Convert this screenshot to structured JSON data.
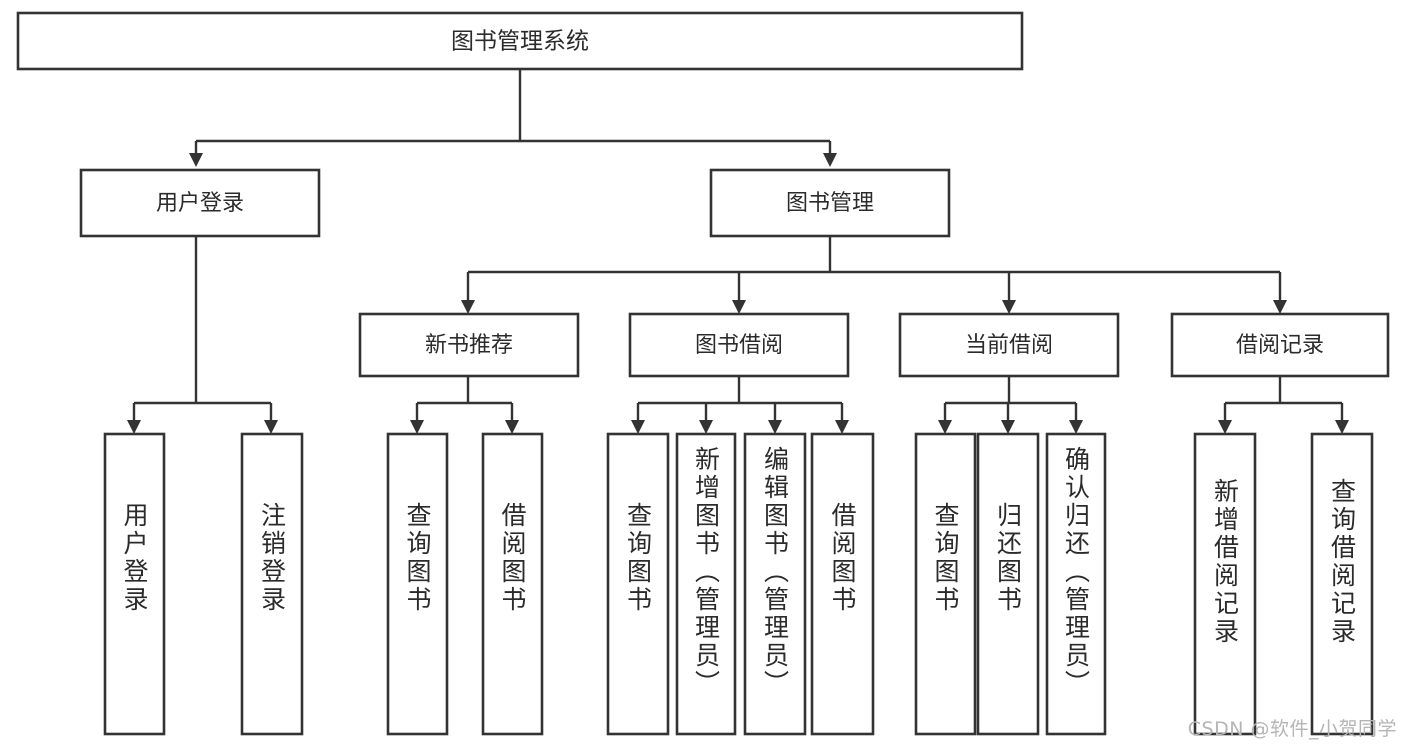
{
  "diagram": {
    "type": "hierarchy-tree",
    "title": "图书管理系统",
    "root": {
      "label": "图书管理系统"
    },
    "level2": [
      {
        "label": "用户登录"
      },
      {
        "label": "图书管理"
      }
    ],
    "level3": [
      {
        "label": "新书推荐"
      },
      {
        "label": "图书借阅"
      },
      {
        "label": "当前借阅"
      },
      {
        "label": "借阅记录"
      }
    ],
    "leaves": {
      "user_login": [
        {
          "label": "用户登录"
        },
        {
          "label": "注销登录"
        }
      ],
      "new_book_recommend": [
        {
          "label": "查询图书"
        },
        {
          "label": "借阅图书"
        }
      ],
      "book_borrow": [
        {
          "label": "查询图书"
        },
        {
          "label": "新增图书（管理员）"
        },
        {
          "label": "编辑图书（管理员）"
        },
        {
          "label": "借阅图书"
        }
      ],
      "current_borrow": [
        {
          "label": "查询图书"
        },
        {
          "label": "归还图书"
        },
        {
          "label": "确认归还（管理员）"
        }
      ],
      "borrow_record": [
        {
          "label": "新增借阅记录"
        },
        {
          "label": "查询借阅记录"
        }
      ]
    }
  },
  "watermark": {
    "text": "CSDN @软件_小贺同学"
  },
  "colors": {
    "box_stroke": "#333333",
    "box_fill": "#ffffff",
    "text": "#2b2b2b",
    "background": "#ffffff",
    "watermark": "#b5b5b5"
  }
}
